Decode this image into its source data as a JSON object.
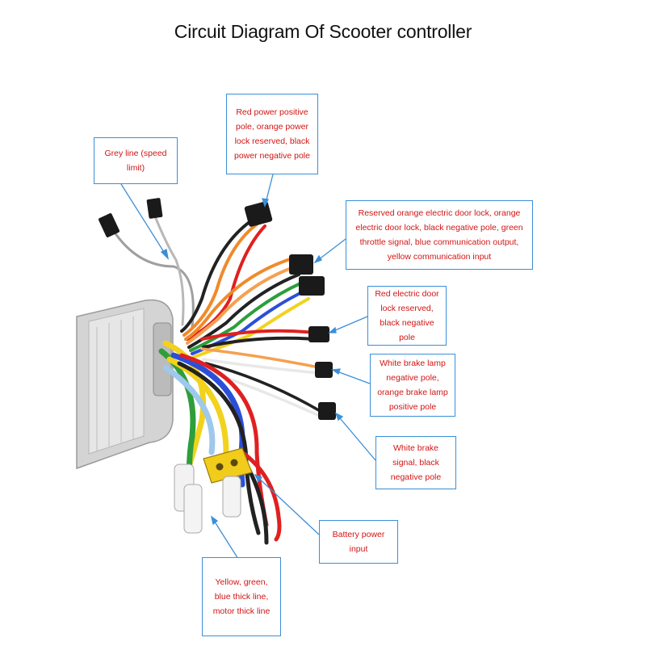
{
  "title": "Circuit Diagram Of Scooter controller",
  "colors": {
    "callout_text": "#d21414",
    "callout_border": "#3b8fd8",
    "leader_line": "#3b8fd8",
    "controller_body": "#c9c9c9"
  },
  "callouts": {
    "power": "Red power positive pole, orange power lock reserved, black power negative pole",
    "speed": "Grey line (speed limit)",
    "throttle": "Reserved orange electric door lock, orange electric door lock, black negative pole, green throttle signal, blue communication output, yellow communication input",
    "doorlock": "Red electric door lock reserved, black negative pole",
    "brakelamp": "White brake lamp negative pole, orange brake lamp positive pole",
    "brakesignal": "White brake signal, black negative pole",
    "battery": "Battery power input",
    "motor": "Yellow, green, blue thick line, motor thick line"
  }
}
